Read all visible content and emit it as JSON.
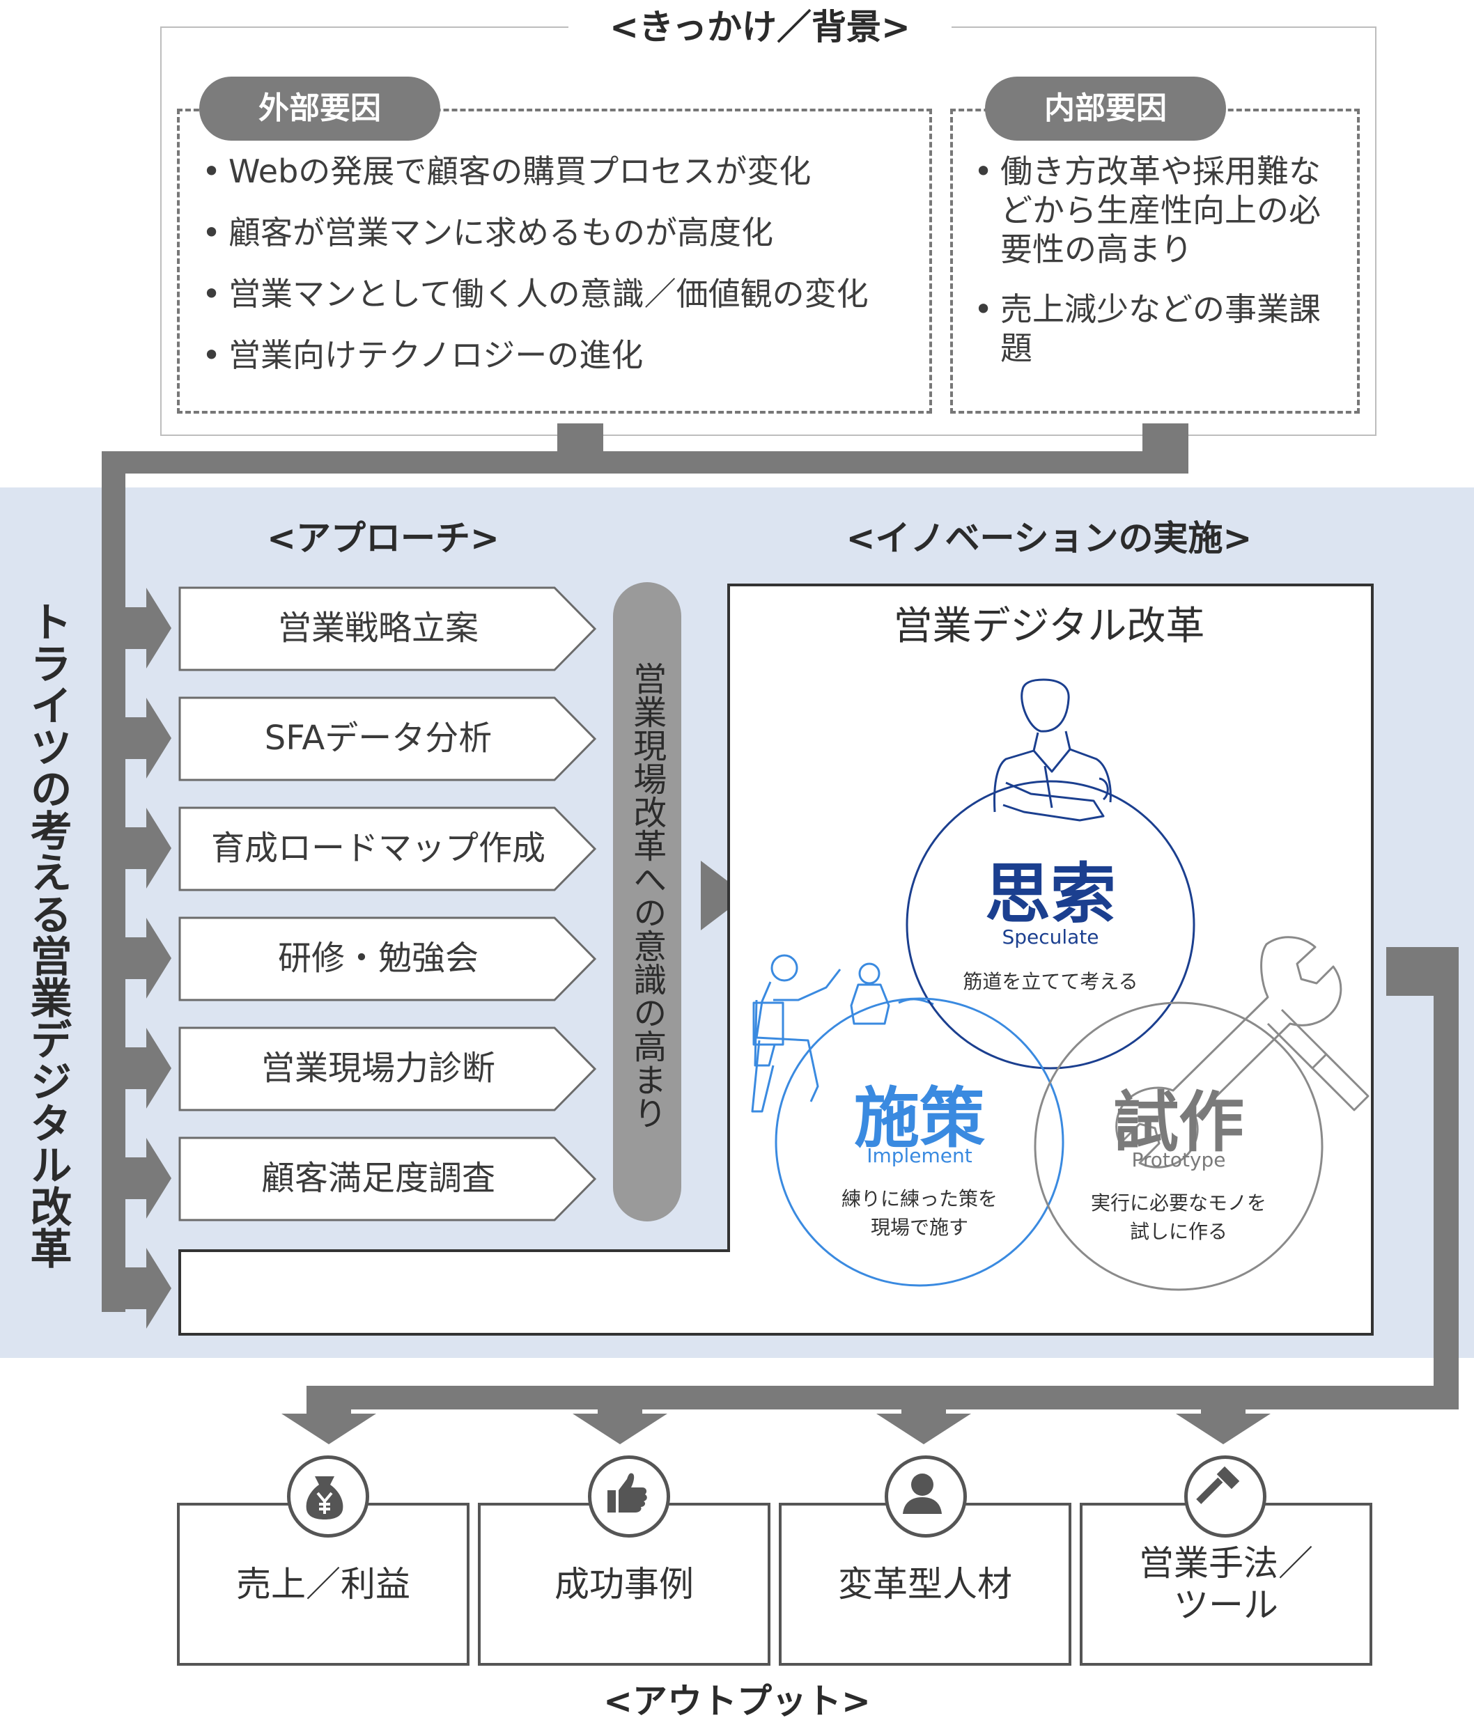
{
  "background": {
    "title": "<きっかけ／背景>",
    "external": {
      "label": "外部要因",
      "items": [
        "Webの発展で顧客の購買プロセスが変化",
        "顧客が営業マンに求めるものが高度化",
        "営業マンとして働く人の意識／価値観の変化",
        "営業向けテクノロジーの進化"
      ]
    },
    "internal": {
      "label": "内部要因",
      "items": [
        "働き方改革や採用難などから生産性向上の必要性の高まり",
        "売上減少などの事業課題"
      ]
    }
  },
  "side_title": "トライツの考える営業デジタル改革",
  "approach": {
    "title": "<アプローチ>",
    "items": [
      "営業戦略立案",
      "SFAデータ分析",
      "育成ロードマップ作成",
      "研修・勉強会",
      "営業現場力診断",
      "顧客満足度調査"
    ],
    "pill": "営業現場改革への意識の高まり"
  },
  "innovation": {
    "title": "<イノベーションの実施>",
    "box_title": "営業デジタル改革",
    "circles": {
      "speculate": {
        "jp": "思索",
        "en": "Speculate",
        "desc": "筋道を立てて考える",
        "color": "#1b3f8f"
      },
      "implement": {
        "jp": "施策",
        "en": "Implement",
        "desc": "練りに練った策を\n現場で施す",
        "color": "#3a8ae0"
      },
      "prototype": {
        "jp": "試作",
        "en": "Prototype",
        "desc": "実行に必要なモノを\n試しに作る",
        "color": "#7a7a7a"
      }
    }
  },
  "output": {
    "title": "<アウトプット>",
    "items": [
      {
        "label": "売上／利益",
        "icon": "money-bag-icon"
      },
      {
        "label": "成功事例",
        "icon": "thumbs-up-icon"
      },
      {
        "label": "変革型人材",
        "icon": "person-icon"
      },
      {
        "label": "営業手法／\nツール",
        "icon": "hammer-icon"
      }
    ]
  },
  "colors": {
    "band": "#dce4f1",
    "connector": "#7a7a7a",
    "dark": "#555555"
  }
}
